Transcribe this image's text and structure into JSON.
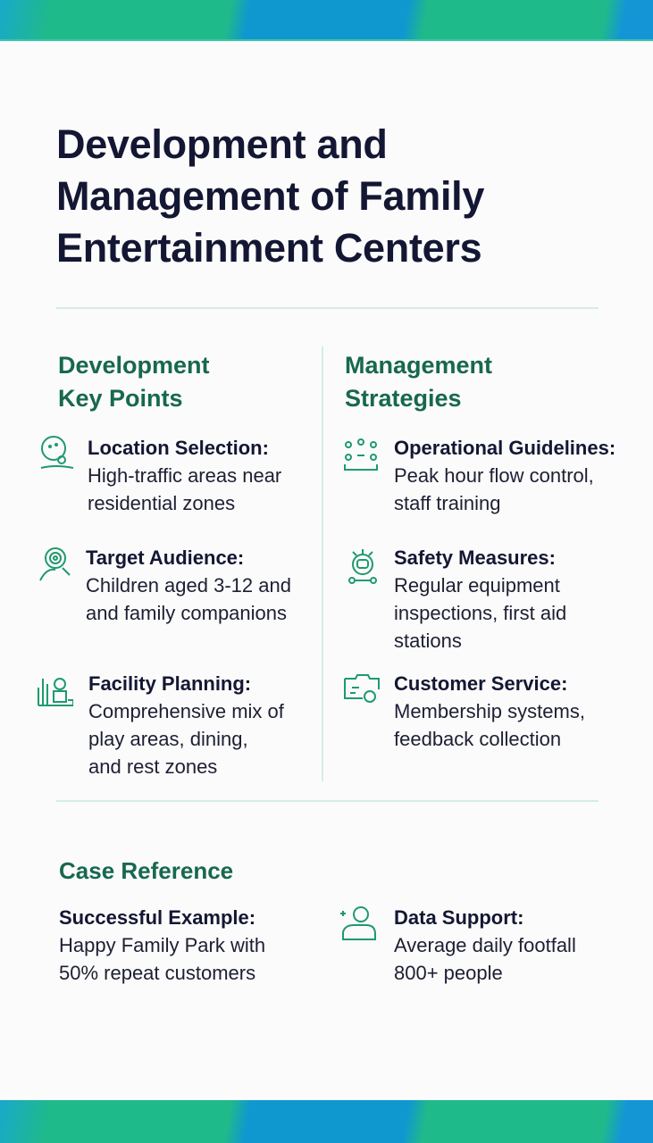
{
  "title": [
    "Development and",
    "Management of Family",
    "Entertainment Centers"
  ],
  "colors": {
    "accent": "#17684f",
    "icon": "#1f9a6e",
    "title": "#141733"
  },
  "development": {
    "heading": [
      "Development",
      "Key Points"
    ],
    "items": [
      {
        "title": "Location Selection:",
        "body": [
          "High-traffic areas near",
          "residential zones"
        ],
        "icon": "location-person-icon"
      },
      {
        "title": "Target Audience:",
        "body": [
          "Children aged 3-12 and",
          "and family companions"
        ],
        "icon": "audience-search-icon"
      },
      {
        "title": "Facility Planning:",
        "body": [
          "Comprehensive mix of",
          "play areas, dining,",
          "and rest zones"
        ],
        "icon": "facility-chart-icon"
      }
    ]
  },
  "management": {
    "heading": [
      "Management",
      "Strategies"
    ],
    "items": [
      {
        "title": "Operational Guidelines:",
        "body": [
          "Peak hour flow control,",
          "staff training"
        ],
        "icon": "workflow-icon"
      },
      {
        "title": "Safety Measures:",
        "body": [
          "Regular equipment",
          "inspections, first aid",
          "stations"
        ],
        "icon": "safety-robot-icon"
      },
      {
        "title": "Customer Service:",
        "body": [
          "Membership systems,",
          "feedback collection"
        ],
        "icon": "service-settings-icon"
      }
    ]
  },
  "case": {
    "heading": "Case Reference",
    "example": {
      "title": "Successful Example:",
      "body": [
        "Happy Family Park with",
        "50% repeat customers"
      ]
    },
    "data": {
      "title": "Data Support:",
      "body": [
        "Average daily footfall",
        "800+ people"
      ],
      "icon": "user-data-icon"
    }
  }
}
